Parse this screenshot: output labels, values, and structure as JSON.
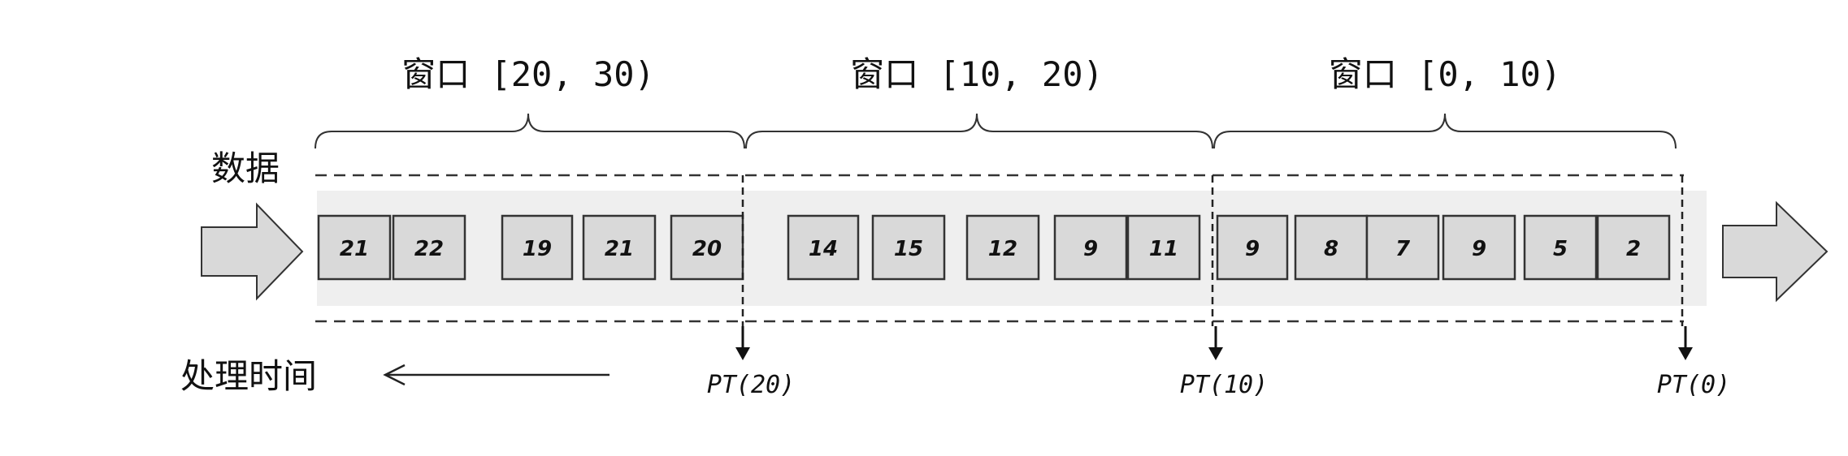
{
  "colors": {
    "band": "#efefef",
    "cell_fill": "#d9d9d9",
    "stroke": "#333333",
    "arrow_fill": "#d9d9d9"
  },
  "labels": {
    "data": "数据",
    "processing_time": "处理时间"
  },
  "windows": [
    {
      "label": "窗口 [20, 30)"
    },
    {
      "label": "窗口 [10, 20)"
    },
    {
      "label": "窗口 [0, 10)"
    }
  ],
  "cells": [
    {
      "value": "21",
      "window": 0
    },
    {
      "value": "22",
      "window": 0
    },
    {
      "value": "19",
      "window": 0
    },
    {
      "value": "21",
      "window": 0
    },
    {
      "value": "20",
      "window": 0
    },
    {
      "value": "14",
      "window": 1
    },
    {
      "value": "15",
      "window": 1
    },
    {
      "value": "12",
      "window": 1
    },
    {
      "value": "9",
      "window": 1
    },
    {
      "value": "11",
      "window": 1
    },
    {
      "value": "9",
      "window": 2
    },
    {
      "value": "8",
      "window": 2
    },
    {
      "value": "7",
      "window": 2
    },
    {
      "value": "9",
      "window": 2
    },
    {
      "value": "5",
      "window": 2
    },
    {
      "value": "2",
      "window": 2
    }
  ],
  "markers": [
    {
      "label": "PT(20)"
    },
    {
      "label": "PT(10)"
    },
    {
      "label": "PT(0)"
    }
  ]
}
